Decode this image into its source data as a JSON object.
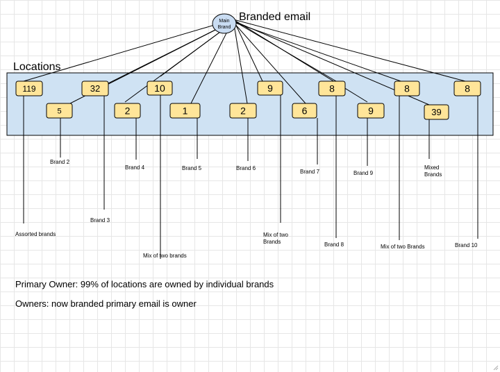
{
  "title": "Branded email",
  "main_node": {
    "label_line1": "Main",
    "label_line2": "Brand"
  },
  "locations_label": "Locations",
  "location_counts": [
    "119",
    "32",
    "10",
    "9",
    "8",
    "8",
    "8",
    "5",
    "2",
    "1",
    "2",
    "6",
    "9",
    "39"
  ],
  "brand_labels": [
    "Brand 2",
    "Brand 4",
    "Brand 5",
    "Brand 6",
    "Brand 7",
    "Brand 9",
    "Mixed Brands",
    "Brand 3",
    "Assorted brands",
    "Mix of two Brands",
    "Mix of two brands",
    "Brand 8",
    "Mix of two Brands",
    "Brand 10"
  ],
  "notes": [
    "Primary Owner: 99% of locations are owned by individual brands",
    "Owners: now branded primary email is owner"
  ],
  "colors": {
    "main_node_fill": "#c9dcf2",
    "region_fill": "#cfe2f3",
    "location_box_fill": "#ffe599",
    "stroke": "#000000"
  }
}
